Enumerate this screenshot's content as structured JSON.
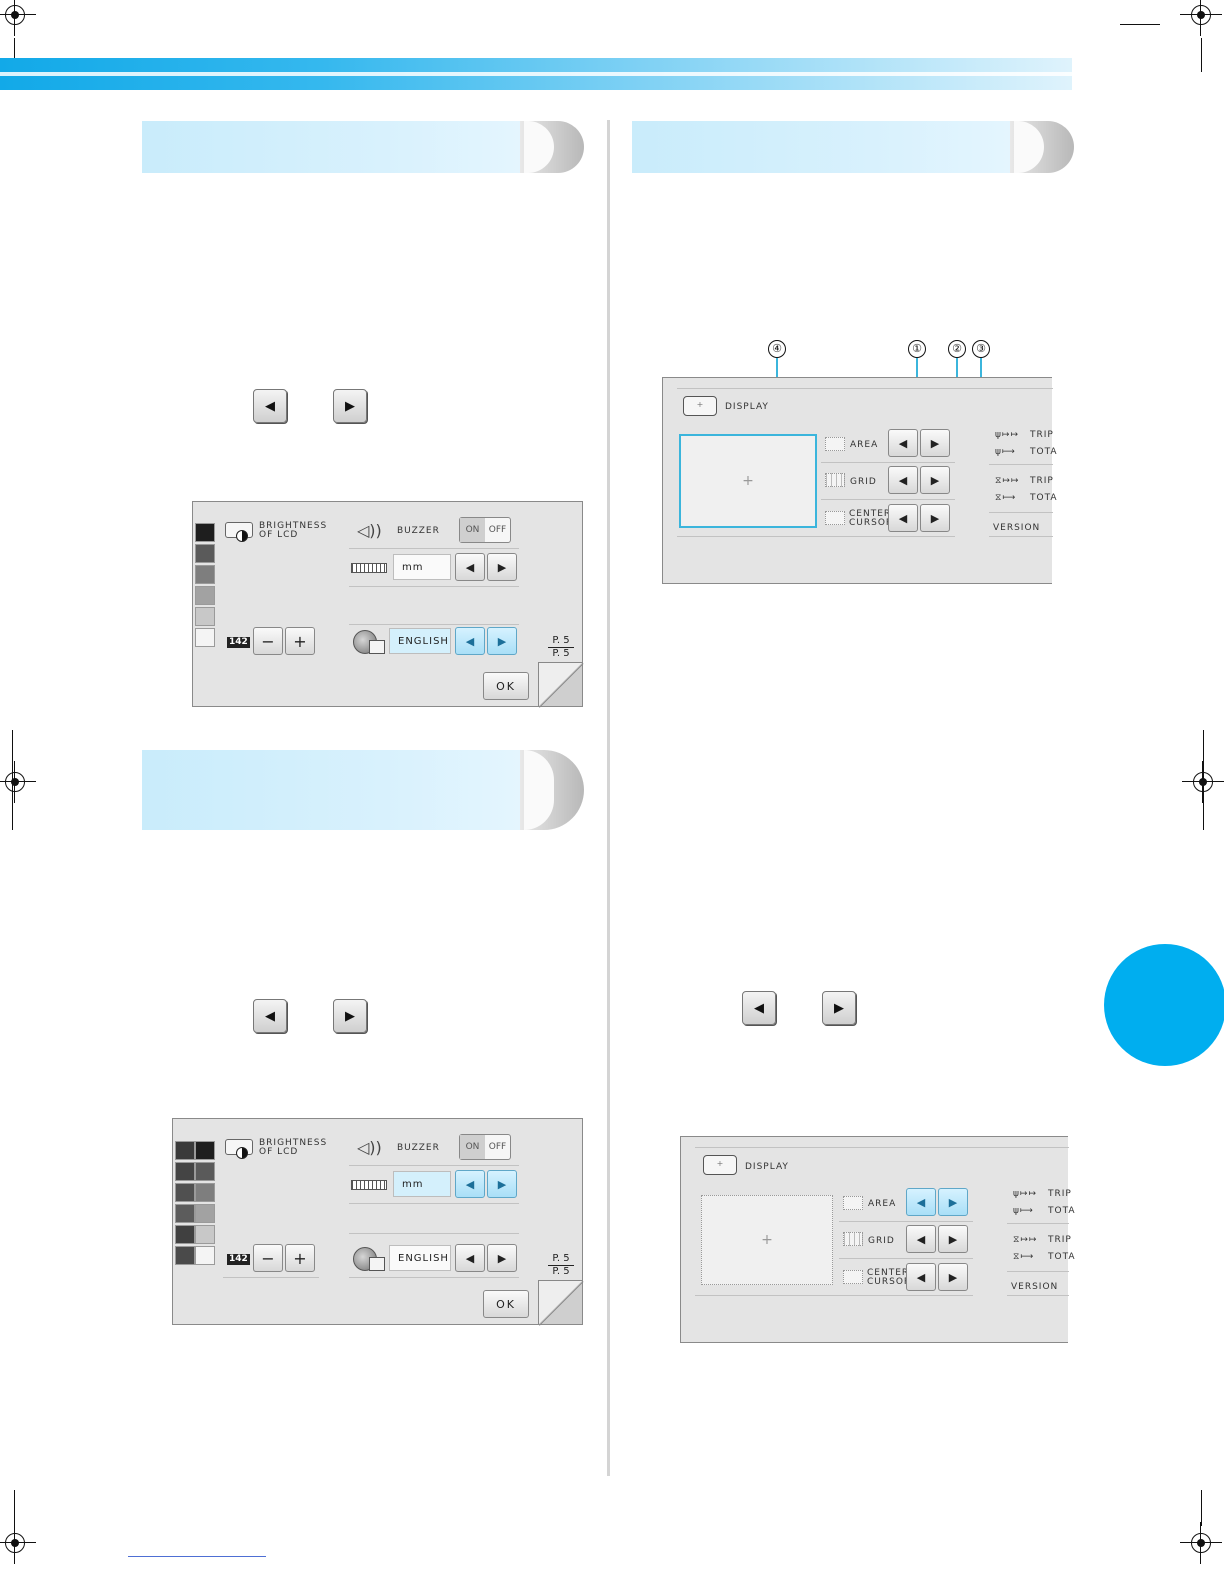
{
  "panel_common": {
    "brightness_label_1": "BRIGHTNESS",
    "brightness_label_2": "OF LCD",
    "buzzer_label": "BUZZER",
    "on_label": "ON",
    "off_label": "OFF",
    "units_value": "mm",
    "language_value": "ENGLISH",
    "count_value": "142",
    "minus_label": "−",
    "plus_label": "+",
    "ok_label": "OK",
    "page_current": "P. 5",
    "page_total": "P. 5"
  },
  "display_panel": {
    "title": "DISPLAY",
    "area_label": "AREA",
    "grid_label": "GRID",
    "center_label_1": "CENTER",
    "center_label_2": "CURSOR",
    "trip_label": "TRIP",
    "total_label": "TOTA",
    "version_label": "VERSION"
  },
  "callouts": [
    "④",
    "①",
    "②",
    "③"
  ],
  "arrows": {
    "left": "◀",
    "right": "▶"
  },
  "preview_marker": "+",
  "colors": {
    "accent": "#00aeef",
    "header_band": "#35b8ee",
    "selected_button": "#a9dff7"
  }
}
